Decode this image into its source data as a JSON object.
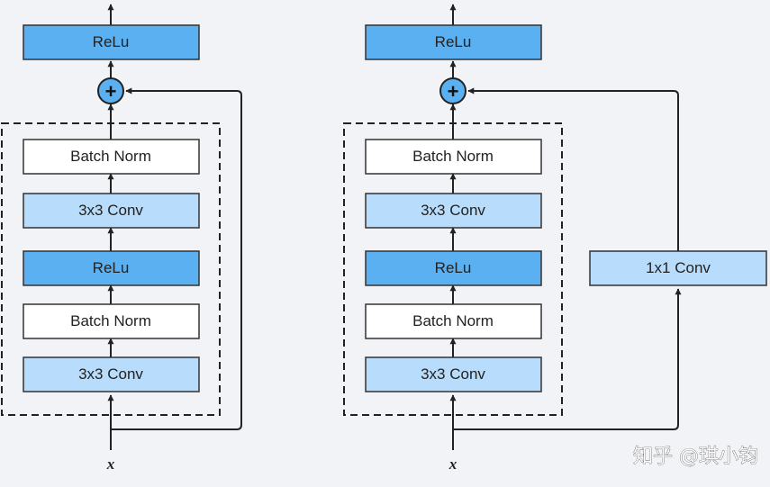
{
  "colors": {
    "background": "#f2f3f6",
    "relu_fill": "#5ab0f0",
    "conv_fill": "#b8dcfb",
    "norm_fill": "#ffffff",
    "stroke": "#333333"
  },
  "left_block": {
    "top_relu": "ReLu",
    "add_symbol": "+",
    "batch_norm_2": "Batch Norm",
    "conv_2": "3x3 Conv",
    "relu_mid": "ReLu",
    "batch_norm_1": "Batch Norm",
    "conv_1": "3x3 Conv",
    "input": "x"
  },
  "right_block": {
    "top_relu": "ReLu",
    "add_symbol": "+",
    "batch_norm_2": "Batch Norm",
    "conv_2": "3x3 Conv",
    "relu_mid": "ReLu",
    "batch_norm_1": "Batch Norm",
    "conv_1": "3x3 Conv",
    "shortcut_conv": "1x1 Conv",
    "input": "x"
  },
  "watermark": "知乎 @琪小钧"
}
